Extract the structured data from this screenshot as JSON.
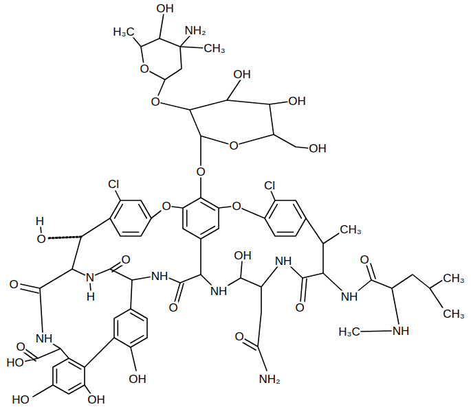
{
  "diagram": {
    "labels": [
      "OH",
      "H₃C",
      "NH₂",
      "CH₃",
      "O",
      "OH",
      "O",
      "OH",
      "O",
      "OH",
      "O",
      "Cl",
      "Cl",
      "O",
      "O",
      "H",
      "CH₃",
      "O",
      "OH",
      "O",
      "O",
      "NH",
      "N",
      "NH",
      "CH₃",
      "O",
      "NH",
      "H",
      "NH",
      "O",
      "O",
      "CH₃",
      "NH",
      "H₃C",
      "O",
      "NH",
      "O",
      "HO",
      "NH₂",
      "HO",
      "OH",
      "OH"
    ]
  }
}
